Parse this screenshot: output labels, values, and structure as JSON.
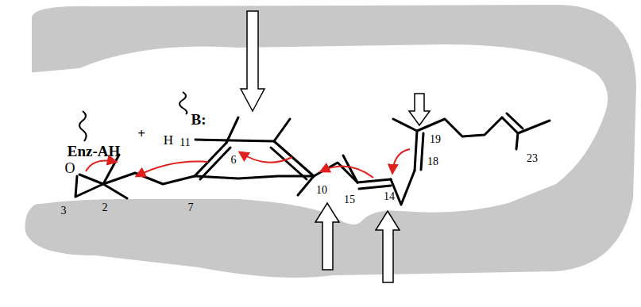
{
  "diagram": {
    "labels": [
      "Enz-AH",
      "+",
      "O",
      "3",
      "2",
      "7",
      "6",
      "H",
      "11",
      "B:",
      "10",
      "15",
      "14",
      "19",
      "18",
      "23"
    ]
  }
}
